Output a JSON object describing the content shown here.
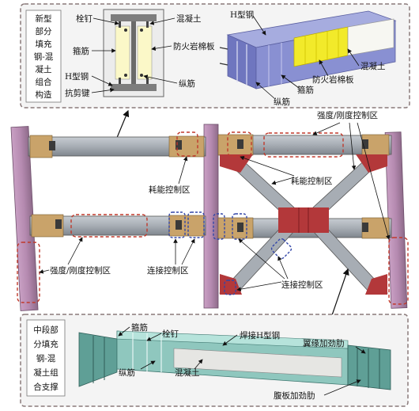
{
  "top_panel": {
    "title": [
      "新型",
      "部分",
      "填充",
      "钢-混",
      "凝土",
      "组合",
      "构造"
    ],
    "section_labels": {
      "bolt": "栓钉",
      "stirrup": "箍筋",
      "h_steel": "H型钢",
      "shear_key": "抗剪键",
      "concrete": "混凝土",
      "fire_board": "防火岩棉板",
      "long_bar": "纵筋"
    },
    "iso_labels": {
      "h_steel": "H型钢",
      "concrete": "混凝土",
      "stirrup": "箍筋",
      "fire_board": "防火岩棉板",
      "long_bar": "纵筋"
    }
  },
  "frame_labels": {
    "energy_zone_left": "耗能控制区",
    "energy_zone_right": "耗能控制区",
    "strength_zone_top": "强度/刚度控制区",
    "strength_zone_left": "强度/刚度控制区",
    "connection_zone_mid": "连接控制区",
    "connection_zone_right": "连接控制区"
  },
  "bottom_panel": {
    "title": [
      "中段部",
      "分填充",
      "钢-混",
      "凝土组",
      "合支撑"
    ],
    "labels": {
      "stirrup": "箍筋",
      "bolt": "栓钉",
      "welded_h": "焊接H型钢",
      "flange_stiffener": "翼缘加劲肋",
      "long_bar": "纵筋",
      "concrete": "混凝土",
      "web_stiffener": "腹板加劲肋"
    }
  },
  "colors": {
    "column": "#b58ab0",
    "beam_steel": "#a7adb4",
    "joint": "#c9a36a",
    "brace_red": "#b3383a",
    "dashed_red": "#c0392b",
    "dashed_blue": "#3246a8",
    "iso_blue": "#7f86c8",
    "fire_yellow": "#f2ea2a",
    "brace_green": "#8fc7be"
  }
}
